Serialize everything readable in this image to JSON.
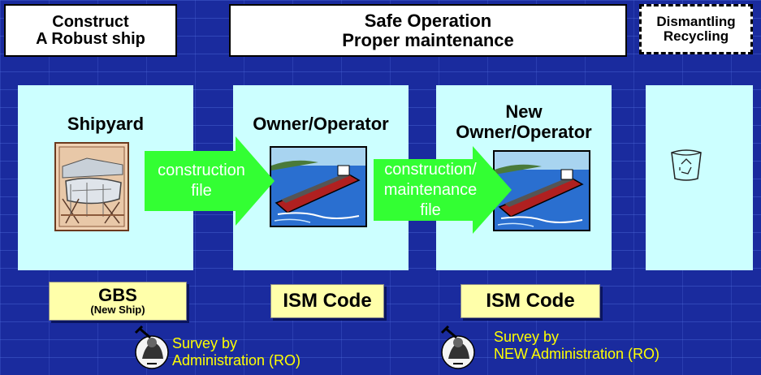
{
  "stages": {
    "construct": {
      "line1": "Construct",
      "line2": "A Robust ship"
    },
    "operation": {
      "line1": "Safe Operation",
      "line2": "Proper maintenance"
    },
    "dismantling": {
      "line1": "Dismantling",
      "line2": "Recycling"
    }
  },
  "panels": {
    "shipyard": {
      "title": "Shipyard"
    },
    "owner": {
      "title": "Owner/Operator"
    },
    "new_owner": {
      "line1": "New",
      "line2": "Owner/Operator"
    }
  },
  "arrows": {
    "first": {
      "line1": "construction",
      "line2": "file"
    },
    "second": {
      "line1": "construction/",
      "line2": "maintenance",
      "line3": "file"
    }
  },
  "badges": {
    "gbs": {
      "label": "GBS",
      "sub": "(New Ship)"
    },
    "ism1": {
      "label": "ISM Code"
    },
    "ism2": {
      "label": "ISM Code"
    }
  },
  "surveys": {
    "first": {
      "line1": "Survey by",
      "line2": "Administration (RO)"
    },
    "second": {
      "line1": "Survey by",
      "line2": "NEW Administration (RO)"
    }
  },
  "colors": {
    "background": "#1a2b9e",
    "panel": "#ccffff",
    "arrow": "#33ff33",
    "badge": "#ffffaa",
    "survey_text": "#ffff00"
  },
  "icons": [
    "shipyard-clipart-icon",
    "tanker-ship-icon",
    "recycle-bin-icon",
    "surveyor-icon"
  ]
}
